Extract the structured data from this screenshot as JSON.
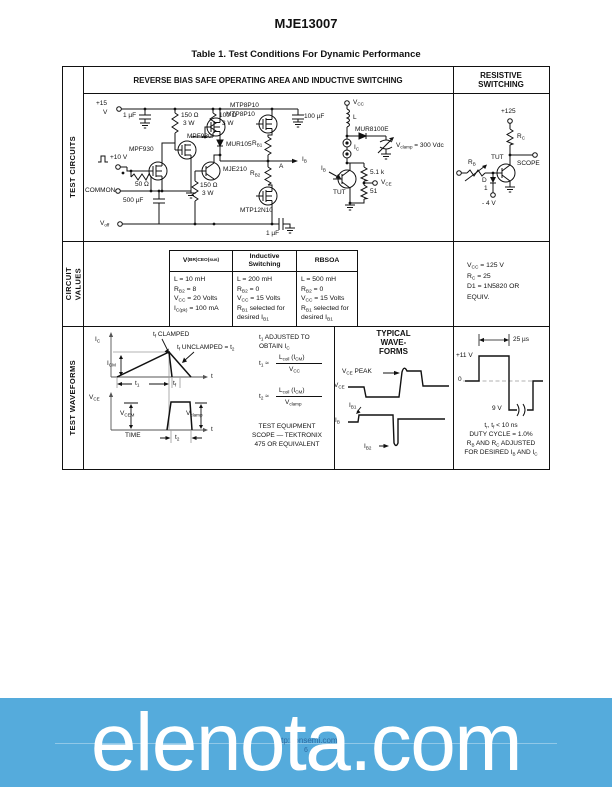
{
  "page": {
    "title": "MJE13007",
    "caption": "Table 1. Test Conditions For Dynamic Performance",
    "footer_url": "http://onsemi.com",
    "page_number": "6"
  },
  "watermark": {
    "text": "elenota.com",
    "banner_color": "#55abdc",
    "text_color": "#ffffff",
    "footer_text_color": "#2d6ca3"
  },
  "table": {
    "header_left": "REVERSE BIAS SAFE OPERATING AREA AND INDUCTIVE SWITCHING",
    "header_right": "RESISTIVE SWITCHING",
    "row_label_circuits": "TEST CIRCUITS",
    "row_label_values": "CIRCUIT\nVALUES",
    "row_label_waveforms": "TEST WAVEFORMS"
  },
  "driver": {
    "v_supply": "+15",
    "v_supply_unit": "V",
    "c_in": "1 µF",
    "r1": "150 Ω",
    "r1_w": "3 W",
    "r2": "100 Ω",
    "r2_w": "3 W",
    "q1": "MPF930",
    "q2": "MPF930",
    "q3a": "MTP8P10",
    "q3b": "MTP8P10",
    "d1": "MUR105",
    "q4": "MJE210",
    "rb1": "R<sub>B1</sub>",
    "rb2": "R<sub>B2</sub>",
    "node_a": "A",
    "i_b": "I<sub>B</sub>",
    "v_in": "+10 V",
    "r3": "50 Ω",
    "common": "COMMON",
    "c2": "500 µF",
    "v_off": "V<sub>off</sub>",
    "r4": "150 Ω",
    "r4_w": "3 W",
    "q5": "MTP12N10",
    "c3": "100 µF",
    "c4": "1 µF"
  },
  "inductive": {
    "vcc": "V<sub>CC</sub>",
    "l": "L",
    "d": "MUR8100E",
    "ic": "I<sub>C</sub>",
    "vclamp": "V<sub>clamp</sub> = 300 Vdc",
    "ib": "I<sub>B</sub>",
    "tut": "TUT",
    "r1": "5.1 k",
    "vce": "V<sub>CE</sub>",
    "r2": "51"
  },
  "resistive": {
    "v_supply": "+125",
    "rc": "R<sub>C</sub>",
    "tut": "TUT",
    "scope": "SCOPE",
    "rb": "R<sub>B</sub>",
    "d_name": "D",
    "d_num": "1",
    "v_neg": "- 4 V"
  },
  "values": {
    "col1_header": "V<sub>(BR)CEO(sus)</sub>",
    "col2_header": "Inductive Switching",
    "col3_header": "RBSOA",
    "col1": [
      "L = 10 mH",
      "R<sub>B2</sub> = 8",
      "V<sub>CC</sub> = 20 Volts",
      "I<sub>C(pk)</sub> = 100 mA"
    ],
    "col2": [
      "L = 200 mH",
      "R<sub>B2</sub> = 0",
      "V<sub>CC</sub> = 15 Volts",
      "R<sub>B1</sub> selected for",
      "desired I<sub>B1</sub>"
    ],
    "col3": [
      "L = 500 mH",
      "R<sub>B2</sub> = 0",
      "V<sub>CC</sub> = 15 Volts",
      "R<sub>B1</sub> selected for",
      "desired I<sub>B1</sub>"
    ],
    "resistive": [
      "V<sub>CC</sub> = 125 V",
      "R<sub>C</sub> = 25",
      "D1 = 1N5820 OR",
      "EQUIV."
    ]
  },
  "waveforms": {
    "ic_axis": "I<sub>C</sub>",
    "icm": "I<sub>CM</sub>",
    "tf_clamped": "t<sub>f</sub> CLAMPED",
    "tf_unclamped": "t<sub>f</sub> UNCLAMPED = t<sub>2</sub>",
    "t1": "t<sub>1</sub>",
    "tf": "t<sub>f</sub>",
    "t_axis1": "t",
    "vce_axis": "V<sub>CE</sub>",
    "vcem": "V<sub>CEM</sub>",
    "vclamp": "V<sub>clamp</sub>",
    "time": "TIME",
    "t2": "t<sub>2</sub>",
    "t_axis2": "t",
    "note1": "t<sub>1</sub> ADJUSTED TO",
    "note2": "OBTAIN I<sub>C</sub>",
    "f1_lhs": "t<sub>1</sub> ≈",
    "f1_num": "L<sub>coil</sub> (I<sub>CM</sub>)",
    "f1_den": "V<sub>CC</sub>",
    "f2_lhs": "t<sub>2</sub> ≈",
    "f2_num": "L<sub>coil</sub> (I<sub>CM</sub>)",
    "f2_den": "V<sub>clamp</sub>",
    "equip1": "TEST EQUIPMENT",
    "equip2": "SCOPE — TEKTRONIX",
    "equip3": "475 OR EQUIVALENT"
  },
  "typical": {
    "title1": "TYPICAL",
    "title2": "WAVE-",
    "title3": "FORMS",
    "vce_peak": "V<sub>CE</sub> PEAK",
    "vce": "V<sub>CE</sub>",
    "ib1": "I<sub>B1</sub>",
    "ib": "I<sub>B</sub>",
    "ib2": "I<sub>B2</sub>"
  },
  "res_wave": {
    "pw": "25 µs",
    "v_high": "+11 V",
    "zero": "0",
    "v_low": "9 V",
    "trf": "t<sub>r</sub>, t<sub>f</sub> < 10 ns",
    "duty": "DUTY CYCLE = 1.0%",
    "adj1": "R<sub>B</sub> AND R<sub>C</sub> ADJUSTED",
    "adj2": "FOR DESIRED I<sub>B</sub> AND I<sub>C</sub>"
  }
}
